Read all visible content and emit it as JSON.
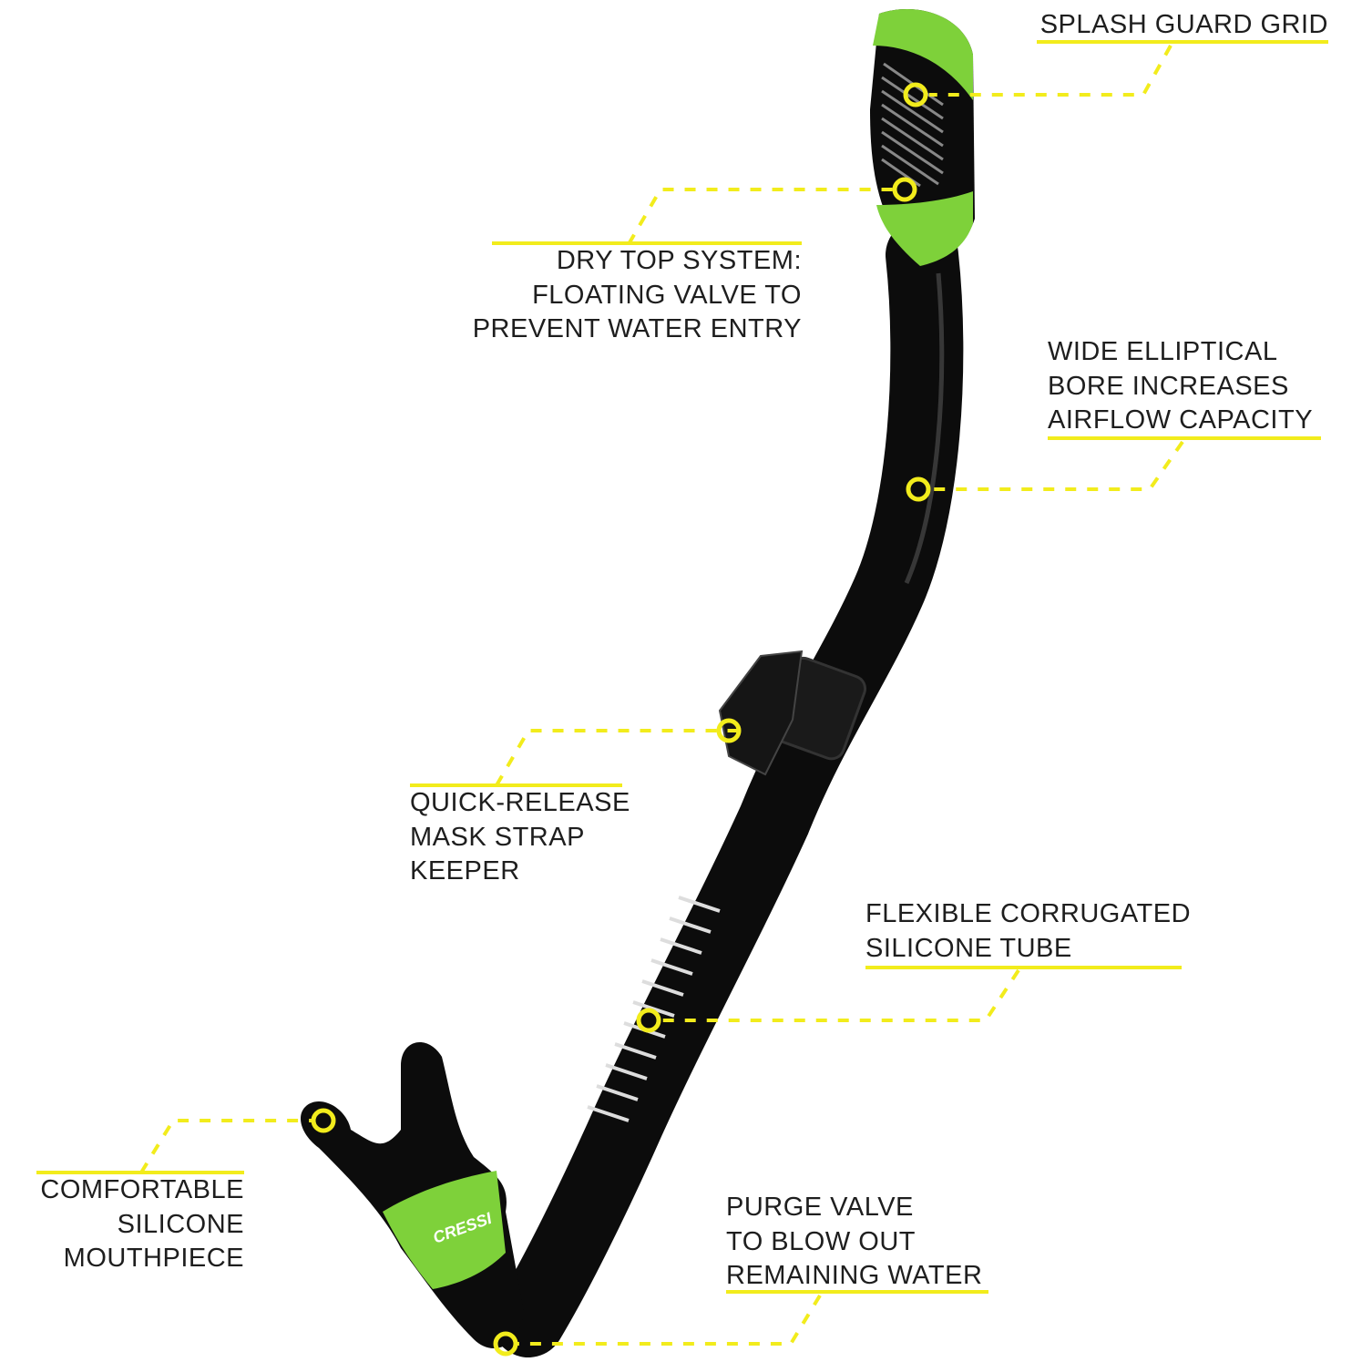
{
  "colors": {
    "accent": "#f2ec1c",
    "product_green": "#7ed13a",
    "product_black": "#0c0c0c",
    "text": "#1e1e1e"
  },
  "product": {
    "brand_logo": "CRESSI"
  },
  "callouts": [
    {
      "id": "splash-guard",
      "lines": [
        "SPLASH GUARD GRID"
      ]
    },
    {
      "id": "dry-top",
      "lines": [
        "DRY TOP SYSTEM:",
        "FLOATING VALVE TO",
        "PREVENT WATER ENTRY"
      ]
    },
    {
      "id": "elliptical-bore",
      "lines": [
        "WIDE ELLIPTICAL",
        "BORE INCREASES",
        "AIRFLOW CAPACITY"
      ]
    },
    {
      "id": "strap-keeper",
      "lines": [
        "QUICK-RELEASE",
        "MASK STRAP",
        "KEEPER"
      ]
    },
    {
      "id": "corrugated-tube",
      "lines": [
        "FLEXIBLE CORRUGATED",
        "SILICONE TUBE"
      ]
    },
    {
      "id": "mouthpiece",
      "lines": [
        "COMFORTABLE",
        "SILICONE",
        "MOUTHPIECE"
      ]
    },
    {
      "id": "purge-valve",
      "lines": [
        "PURGE VALVE",
        "TO BLOW OUT",
        "REMAINING WATER"
      ]
    }
  ]
}
